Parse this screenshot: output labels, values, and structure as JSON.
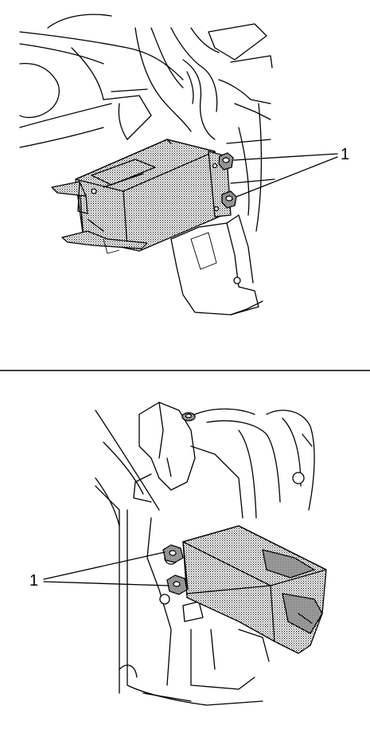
{
  "panels": [
    {
      "callout": "1",
      "callout_target_count": 2
    },
    {
      "callout": "1",
      "callout_target_count": 2
    }
  ],
  "colors": {
    "line": "#000000",
    "background": "#ffffff"
  }
}
